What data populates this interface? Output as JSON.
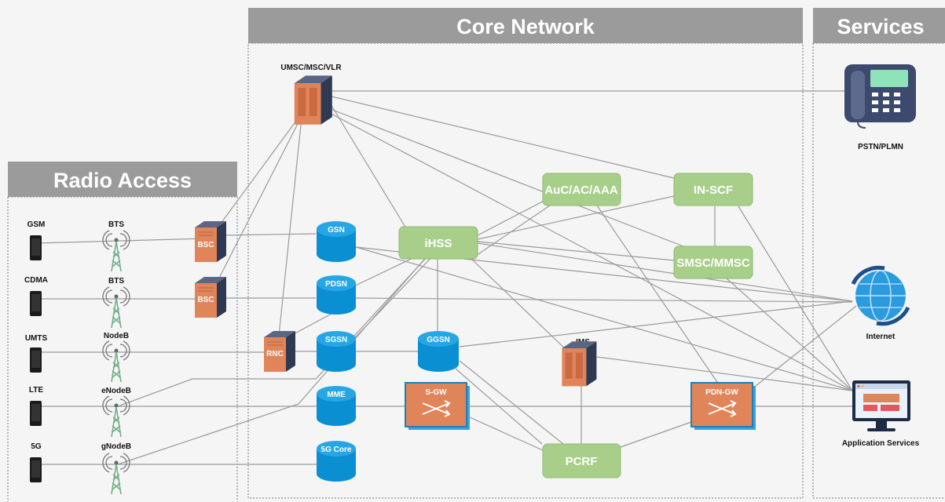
{
  "sections": {
    "radio_access": "Radio Access",
    "core_network": "Core Network",
    "services": "Services"
  },
  "radio": {
    "devices": [
      "GSM",
      "CDMA",
      "UMTS",
      "LTE",
      "5G"
    ],
    "stations": [
      "BTS",
      "BTS",
      "NodeB",
      "eNodeB",
      "gNodeB"
    ],
    "controllers": [
      "BSC",
      "BSC",
      "RNC"
    ]
  },
  "core": {
    "umsc": "UMSC/MSC/VLR",
    "ims": "IMS",
    "green": {
      "auc": "AuC/AC/AAA",
      "inscf": "IN-SCF",
      "ihss": "iHSS",
      "smsc": "SMSC/MMSC",
      "pcrf": "PCRF"
    },
    "cylinders": {
      "gsn": "GSN",
      "pdsn": "PDSN",
      "sgsn": "SGSN",
      "ggsn": "GGSN",
      "mme": "MME",
      "core5g": "5G Core"
    },
    "gateways": {
      "sgw": "S-GW",
      "pdngw": "PDN-GW"
    }
  },
  "services": {
    "pstn": "PSTN/PLMN",
    "internet": "Internet",
    "apps": "Application Services"
  },
  "colors": {
    "header": "#9b9b9b",
    "node_green": "#a8cf8a",
    "cylinder_blue": "#0b8fd3",
    "equipment_orange": "#e0845a",
    "equipment_dark": "#3f4a63"
  }
}
